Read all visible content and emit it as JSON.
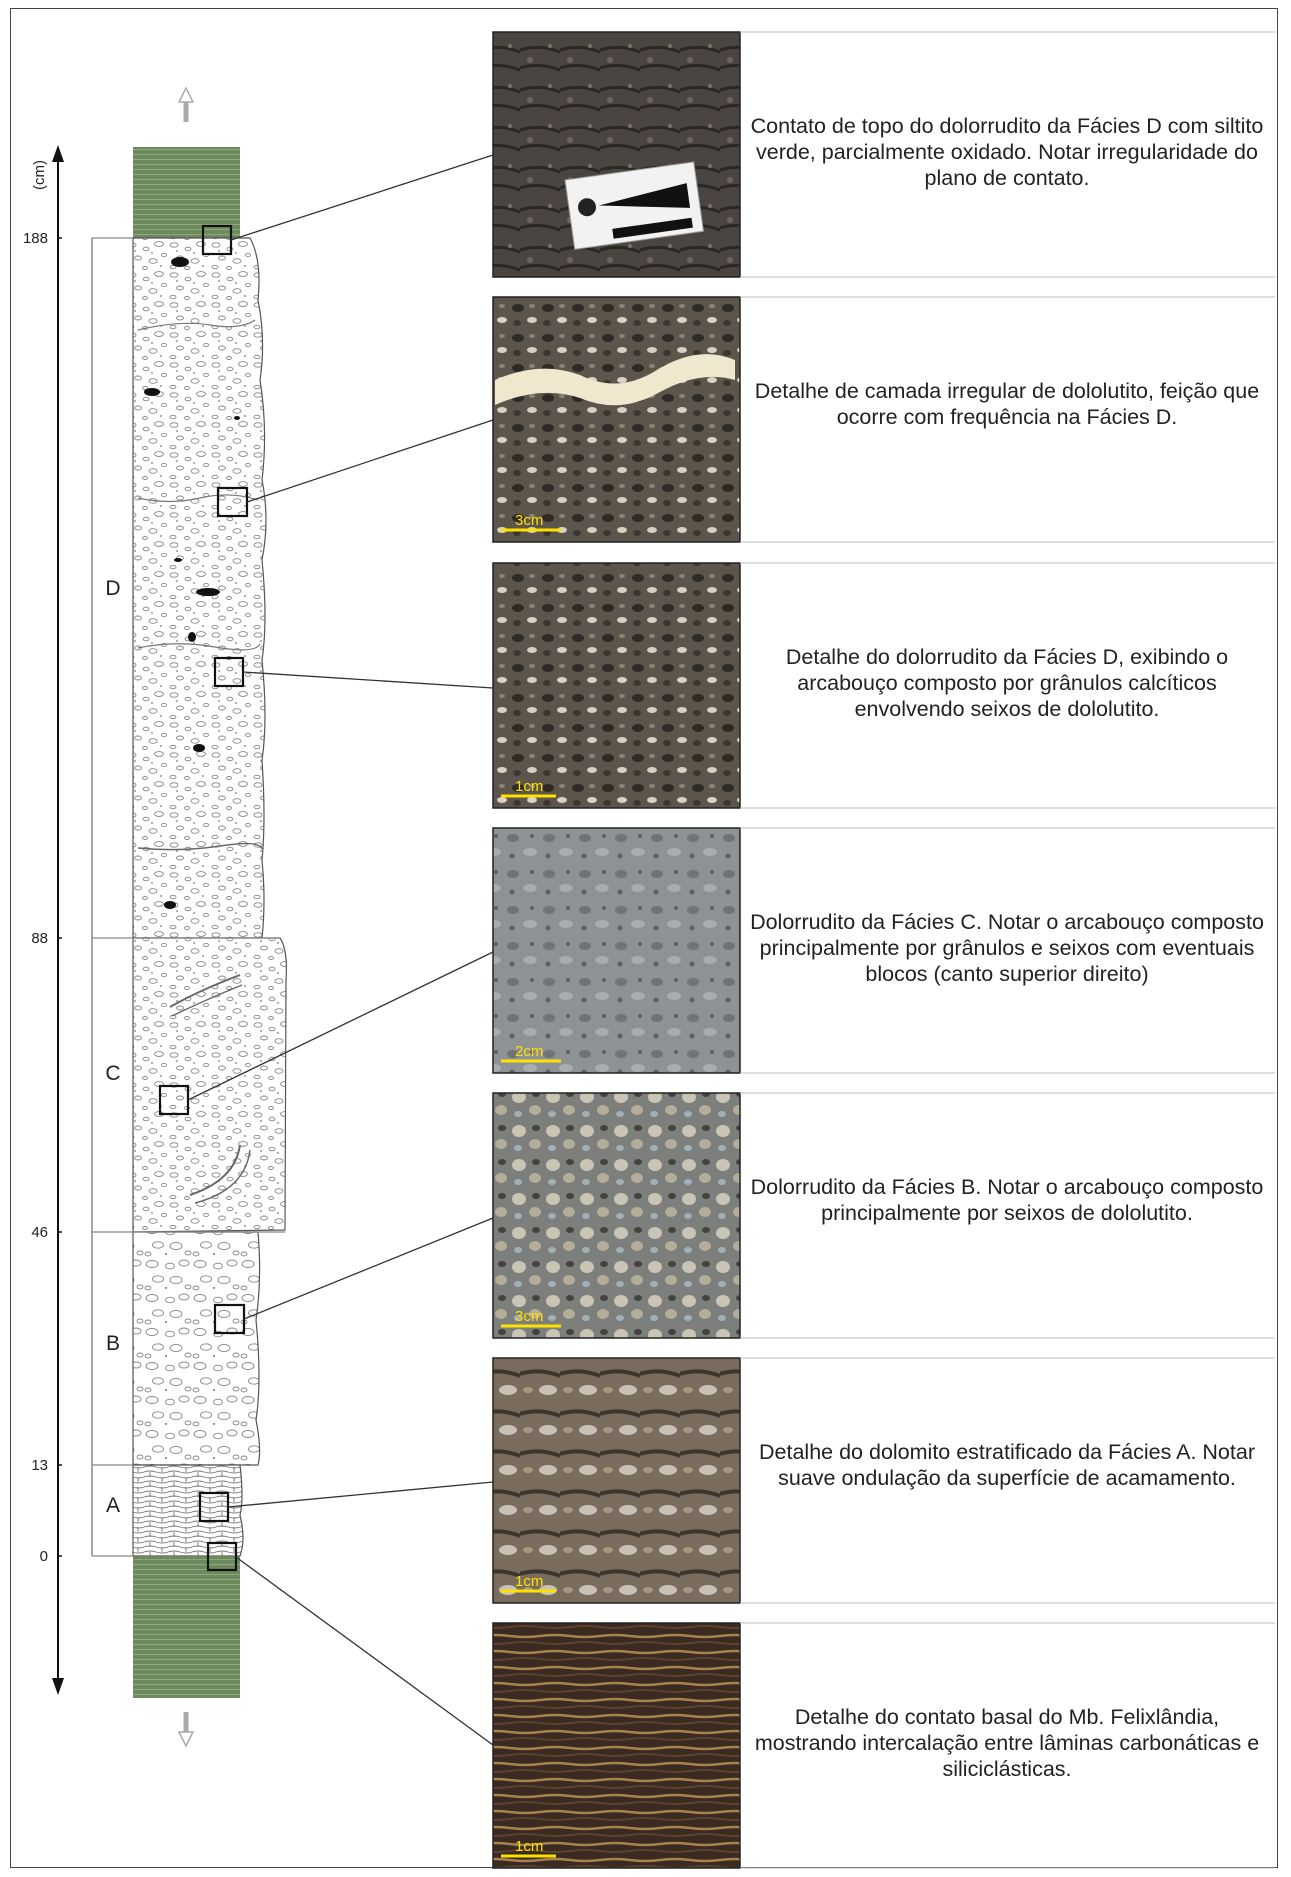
{
  "axis": {
    "unit_label": "(cm)",
    "ticks": [
      {
        "label": "188",
        "value": 188
      },
      {
        "label": "88",
        "value": 88
      },
      {
        "label": "46",
        "value": 46
      },
      {
        "label": "13",
        "value": 13
      },
      {
        "label": "0",
        "value": 0
      }
    ]
  },
  "facies": [
    {
      "label": "D",
      "from": 88,
      "to": 188
    },
    {
      "label": "C",
      "from": 46,
      "to": 88
    },
    {
      "label": "B",
      "from": 13,
      "to": 46
    },
    {
      "label": "A",
      "from": 0,
      "to": 13
    }
  ],
  "colors": {
    "siltstone": "#6c8a5c",
    "frame": "#444444",
    "scale_bar": "#ffe100"
  },
  "panels": [
    {
      "caption": "Contato de topo do dolorrudito da Fácies D com siltito verde, parcialmente oxidado. Notar irregularidade do plano de contato.",
      "scale_label": ""
    },
    {
      "caption": "Detalhe de camada irregular de dololutito, feição que ocorre com frequência na Fácies D.",
      "scale_label": "3cm"
    },
    {
      "caption": "Detalhe do dolorrudito da Fácies D, exibindo o arcabouço composto por grânulos calcíticos envolvendo seixos de dololutito.",
      "scale_label": "1cm"
    },
    {
      "caption": "Dolorrudito da Fácies C. Notar o arcabouço composto principalmente por grânulos e seixos com eventuais blocos (canto superior direito)",
      "scale_label": "2cm"
    },
    {
      "caption": "Dolorrudito da Fácies B. Notar o arcabouço composto principalmente por seixos de dololutito.",
      "scale_label": "3cm"
    },
    {
      "caption": "Detalhe do dolomito estratificado da Fácies A. Notar suave ondulação da superfície de acamamento.",
      "scale_label": "1cm"
    },
    {
      "caption": "Detalhe do contato basal do Mb. Felixlândia, mostrando intercalação entre lâminas carbonáticas e siliciclásticas.",
      "scale_label": "1cm"
    }
  ]
}
